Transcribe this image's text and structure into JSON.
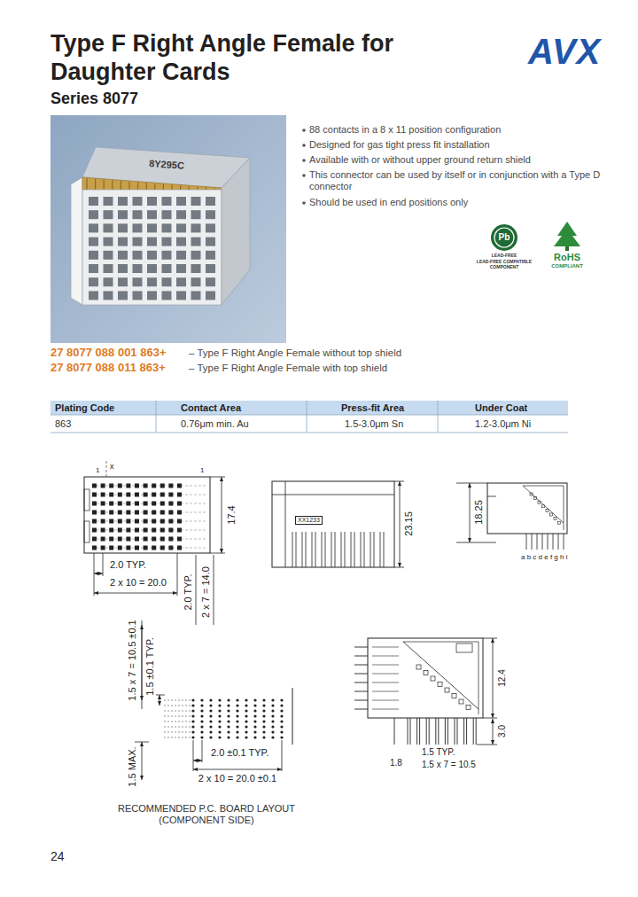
{
  "diagram": {
    "title": "Type F Right Angle Female for Daughter Cards",
    "labels": [
      "AVX",
      "Series 8077",
      "8Y295C",
      "88 contacts in a 8 x 11 position configuration",
      "Designed for gas tight press fit installation",
      "Available with or without upper ground return shield",
      "This connector can be used by itself or in conjunction with a Type D connector",
      "Should be used in end positions only",
      "Pb",
      "LEAD-FREE",
      "LEAD-FREE COMPATIBLE COMPONENT",
      "RoHS",
      "COMPLIANT",
      "27 8077 088 001 863+",
      "– Type F Right Angle Female without top shield",
      "27 8077 088 011 863+",
      "– Type F Right Angle Female with top shield",
      "Plating Code",
      "Contact Area",
      "Press-fit Area",
      "Under Coat",
      "863",
      "0.76μm min. Au",
      "1.5-3.0μm Sn",
      "1.2-3.0μm Ni",
      "1",
      "x",
      "1",
      "17.4",
      "2.0 TYP.",
      "2 x 10 = 20.0",
      "2.0 TYP.",
      "2 x 7 = 14.0",
      "XX1233",
      "23.15",
      "18.25",
      "a b c d e f g h i",
      "1.5 x 7 = 10.5 ±0.1",
      "1.5 ±0.1 TYP.",
      "1.5 MAX.",
      "2.0 ±0.1 TYP.",
      "2 x 10 = 20.0 ±0.1",
      "RECOMMENDED P.C. BOARD LAYOUT (COMPONENT SIDE)",
      "12.4",
      "3.0",
      "1.8",
      "1.5 TYP.",
      "1.5 x 7 = 10.5",
      "24"
    ]
  }
}
